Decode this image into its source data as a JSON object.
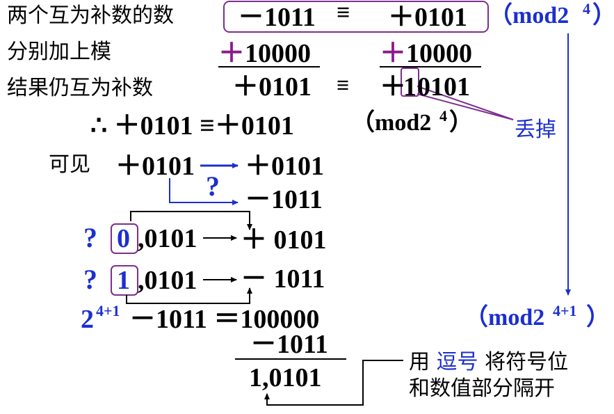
{
  "colors": {
    "blue": "#1c2fcf",
    "box": "#7b2f8e",
    "text": "#000000"
  },
  "labels": {
    "row1": "两个互为补数的数",
    "row2": "分别加上模",
    "row3": "结果仍互为补数",
    "kejian": "可见",
    "diudiao": "丢掉",
    "note1_a": "用",
    "note1_b": "逗号",
    "note1_c": "将符号位",
    "note2": "和数值部分隔开"
  },
  "expressions": {
    "neg1011": "－1011",
    "equiv": "≡",
    "pos0101": "＋0101",
    "mod_open": "（mod2",
    "mod_exp": "4",
    "mod_close": "）",
    "plus10000_a": "＋10000",
    "plus10000_b": "＋10000",
    "result_left": "＋0101",
    "result_equiv": "≡",
    "result_right_sign": "＋",
    "result_right_box": "1",
    "result_right_rest": "0101",
    "therefore": "∴ ＋0101 ≡＋0101",
    "mod2_open": "（mod2",
    "mod2_exp": "4",
    "mod2_close": "）",
    "kj_left": "＋0101",
    "kj_right1": "＋0101",
    "question": "?",
    "kj_right2": "－1011",
    "q1": "?",
    "box0": "0",
    "row0_rest": ",0101",
    "row0_res": "＋ 0101",
    "q2": "?",
    "box1": "1",
    "row1_rest": ",0101",
    "row1_res": "－ 1011",
    "base2": "2",
    "base2_exp": "4+1",
    "calc": "－1011 ＝100000",
    "sub1011": "－1011",
    "final": "1,0101",
    "mod3_open": "（mod2",
    "mod3_exp": "4+1",
    "mod3_close": "）"
  }
}
